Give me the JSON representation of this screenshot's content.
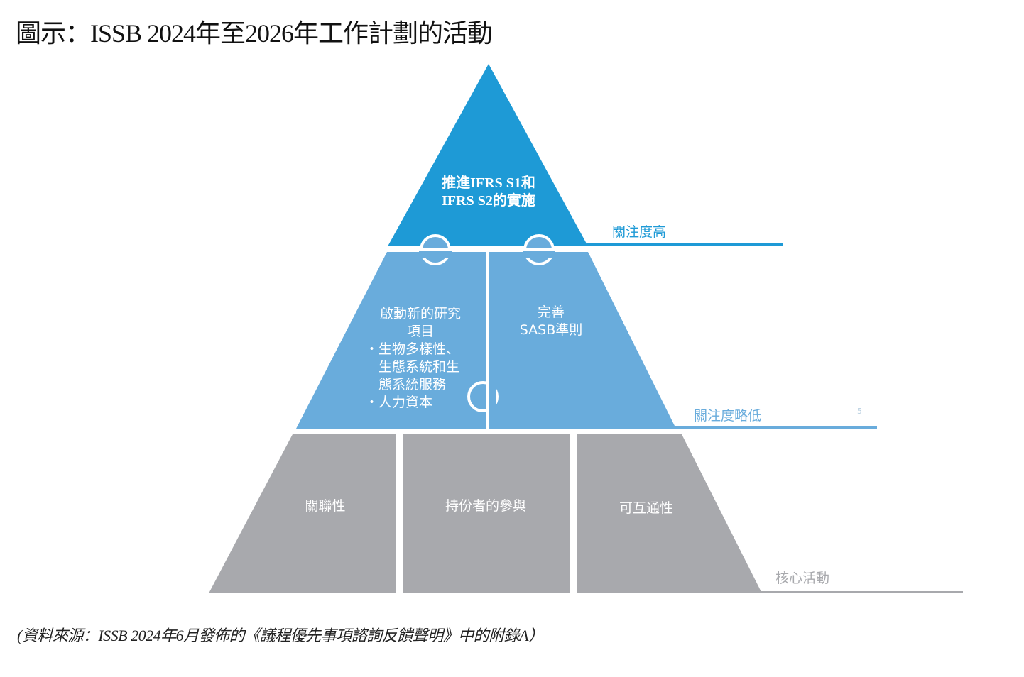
{
  "title": "圖示：ISSB 2024年至2026年工作計劃的活動",
  "colors": {
    "top": "#1e9ad6",
    "middle": "#69acdc",
    "core": "#a8a9ad"
  },
  "tiers": {
    "top": {
      "line1": "推進IFRS S1和",
      "line2": "IFRS S2的實施",
      "level": "關注度高"
    },
    "middle": {
      "left": {
        "line1": "啟動新的研究",
        "line2": "項目",
        "bullets": [
          "・生物多樣性、",
          "　生態系統和生",
          "　態系統服務",
          "・人力資本"
        ]
      },
      "right": {
        "line1": "完善",
        "line2": "SASB準則"
      },
      "level": "關注度略低",
      "stray_mark": "5"
    },
    "core": {
      "items": [
        "關聯性",
        "持份者的參與",
        "可互通性"
      ],
      "level": "核心活動"
    }
  },
  "source": "(資料來源：ISSB 2024年6月發佈的《議程優先事項諮詢反饋聲明》中的附錄A）"
}
